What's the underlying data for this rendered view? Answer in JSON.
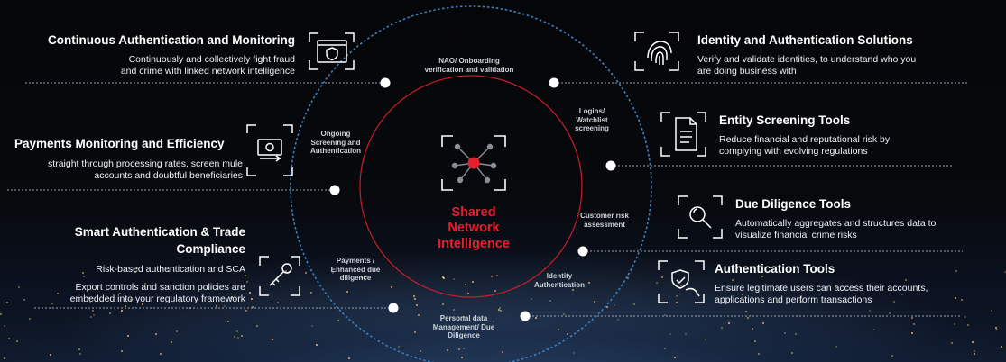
{
  "center": {
    "label_lines": [
      "Shared",
      "Network",
      "Intelligence"
    ]
  },
  "ring_labels": [
    "NAO/ Onboarding verification and validation",
    "Logins/ Watchlist screening",
    "Customer risk assessment",
    "Identity Authentication",
    "Personal data Management/ Due Diligence",
    "Payments / Enhanced due diligence",
    "Ongoing Screening and Authentication"
  ],
  "left_blocks": [
    {
      "title": "Continuous Authentication and Monitoring",
      "desc": [
        "Continuously and collectively fight fraud",
        "and crime with linked network intelligence"
      ],
      "icon": "shield-window-icon"
    },
    {
      "title": "Payments Monitoring and Efficiency",
      "desc": [
        "straight through processing rates, screen mule",
        "accounts and doubtful beneficiaries"
      ],
      "icon": "money-transfer-icon"
    },
    {
      "title_lines": [
        "Smart Authentication & Trade",
        "Compliance"
      ],
      "desc_a": "Risk-based authentication and SCA",
      "desc_b": [
        "Export controls and sanction policies are",
        "embedded into your regulatory framework"
      ],
      "icon": "key-icon"
    }
  ],
  "right_blocks": [
    {
      "title": "Identity and Authentication Solutions",
      "desc": [
        "Verify and validate identities, to understand who you",
        "are doing business with"
      ],
      "icon": "fingerprint-icon"
    },
    {
      "title": "Entity Screening Tools",
      "desc": [
        "Reduce financial and reputational risk by",
        "complying with evolving regulations"
      ],
      "icon": "document-icon"
    },
    {
      "title": "Due Diligence Tools",
      "desc": [
        "Automatically aggregates and structures data to",
        "visualize financial crime risks"
      ],
      "icon": "magnifier-icon"
    },
    {
      "title": "Authentication Tools",
      "desc": [
        "Ensure legitimate users can access their accounts,",
        "applications and perform transactions"
      ],
      "icon": "hand-shield-icon"
    }
  ],
  "colors": {
    "accent_red": "#e5202e",
    "ring_blue": "#3b82c4",
    "text": "#ffffff"
  }
}
